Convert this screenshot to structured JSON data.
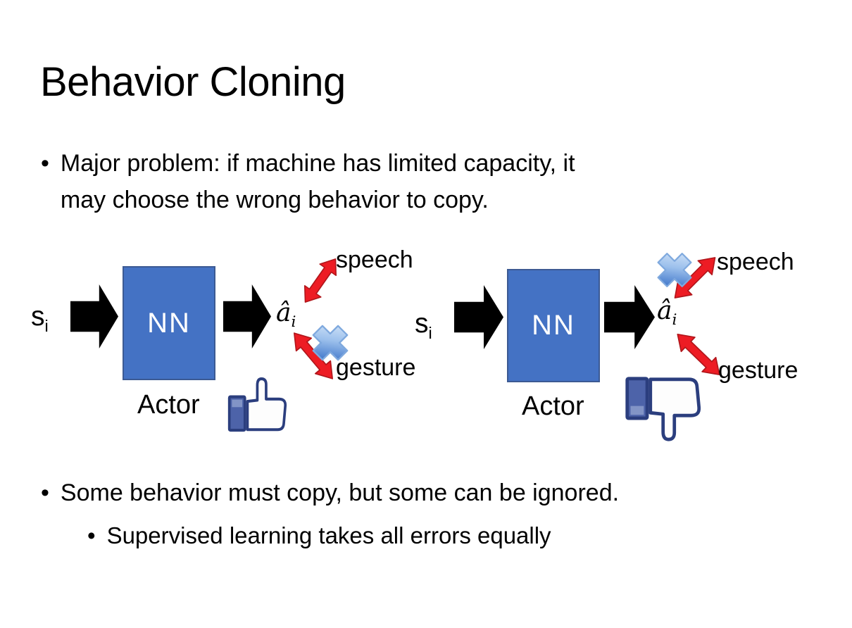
{
  "title": "Behavior Cloning",
  "bullet_char": "•",
  "bullets": {
    "major_problem_lines": [
      "Major problem: if machine has limited capacity, it",
      "may choose the wrong behavior to copy."
    ],
    "some_behavior": "Some behavior must copy, but some can be ignored.",
    "supervised": "Supervised learning takes all errors equally"
  },
  "diagram_left": {
    "input_base": "s",
    "input_sub": "i",
    "nn_label": "NN",
    "actor_label": "Actor",
    "output_base": "â",
    "output_sub": "i",
    "speech_label": "speech",
    "gesture_label": "gesture",
    "crossed_out": "gesture",
    "feedback_icon": "thumbs-up"
  },
  "diagram_right": {
    "input_base": "s",
    "input_sub": "i",
    "nn_label": "NN",
    "actor_label": "Actor",
    "output_base": "â",
    "output_sub": "i",
    "speech_label": "speech",
    "gesture_label": "gesture",
    "crossed_out": "speech",
    "feedback_icon": "thumbs-down"
  },
  "colors": {
    "background": "#FFFFFF",
    "text": "#000000",
    "nn_box_fill": "#4472C4",
    "nn_box_border": "#3C5A93",
    "nn_text": "#FFFFFF",
    "flow_arrow": "#000000",
    "relation_arrow_red": "#ED1C24",
    "relation_arrow_edge": "#B0161B",
    "cross_blue_light": "#DDEBFA",
    "cross_blue_mid": "#9CC0EC",
    "cross_blue_dark": "#3B73C9",
    "cross_blue_edge": "#7FA9DE",
    "thumb_outline": "#2B3E7E",
    "thumb_cuff": "#4D63A9",
    "thumb_cuff_light": "#8294C6",
    "thumb_fill": "#FDFDFD"
  }
}
